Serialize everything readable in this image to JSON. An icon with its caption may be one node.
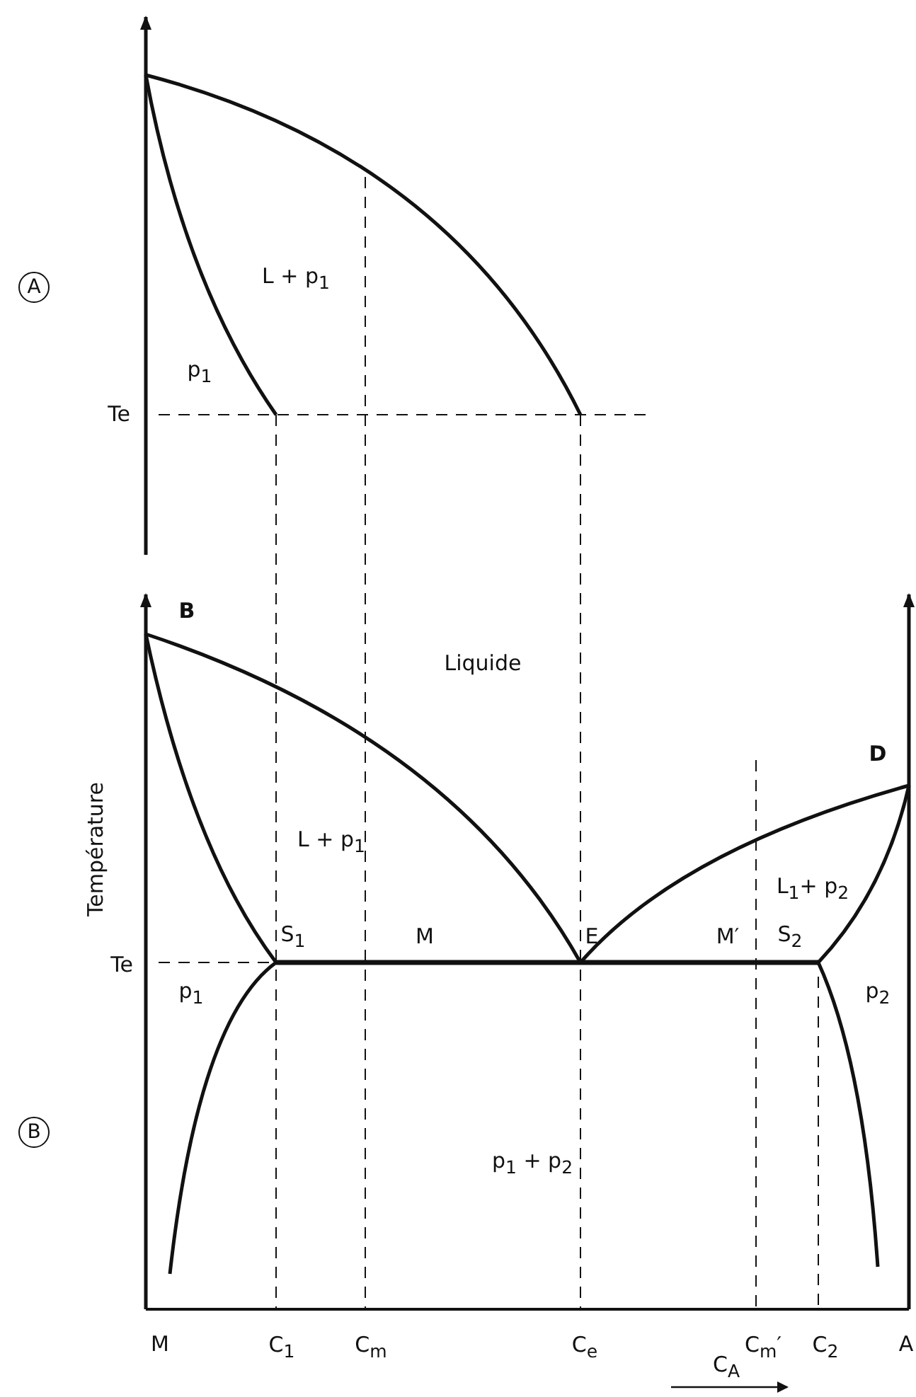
{
  "diagram": {
    "labels": [
      "A",
      "L + p$_{1}$",
      "p$_{1}$",
      "Te",
      "B",
      "Liquide",
      "Température",
      "D",
      "L + p$_{1}$",
      "L$_{1}$+ p$_{2}$",
      "S$_{1}$",
      "M",
      "E",
      "M′",
      "S$_{2}$",
      "Te",
      "p$_{1}$",
      "p$_{2}$",
      "B",
      "p$_{1}$ + p$_{2}$",
      "M",
      "C$_{1}$",
      "C$_{m}$",
      "C$_{e}$",
      "C$_{m}$′",
      "C$_{2}$",
      "A",
      "C$_{A}$"
    ]
  }
}
